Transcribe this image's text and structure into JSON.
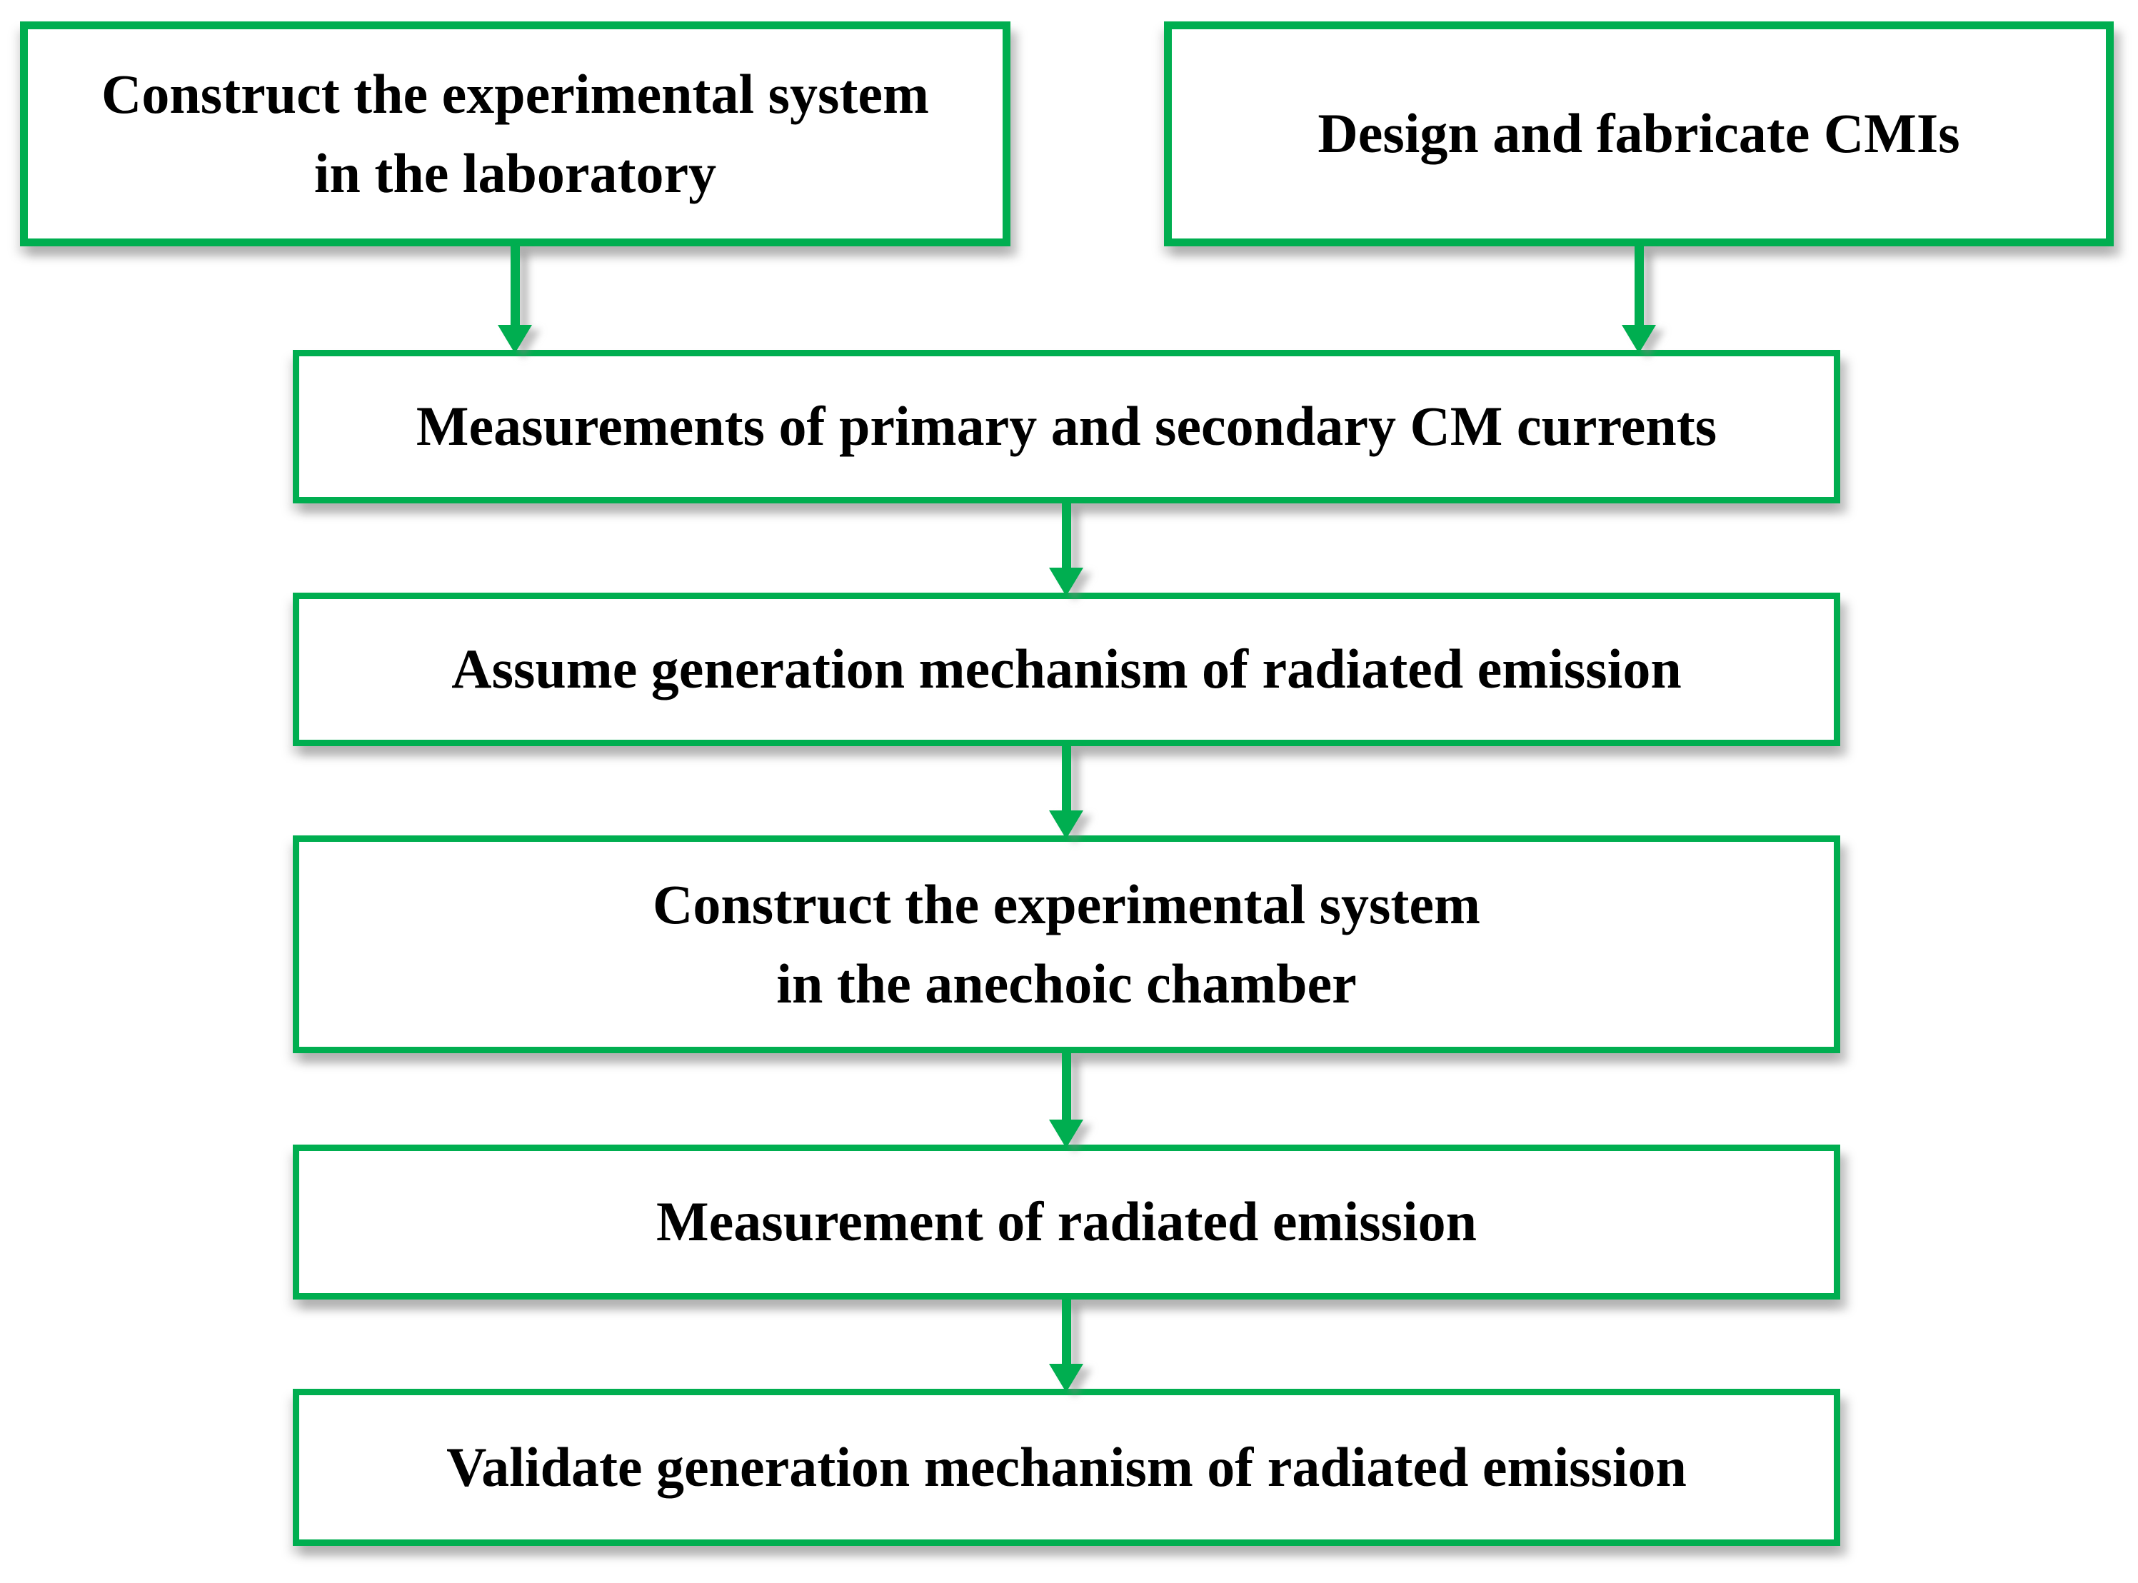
{
  "diagram": {
    "type": "flowchart",
    "accent_color": "#00AE50",
    "text_color": "#000000",
    "background_color": "#FFFFFF",
    "boxes": [
      {
        "id": "construct-laboratory",
        "text": "Construct the experimental system\nin the laboratory"
      },
      {
        "id": "design-fabricate-cmis",
        "text": "Design and fabricate CMIs"
      },
      {
        "id": "measure-cm-currents",
        "text": "Measurements of primary and secondary CM currents"
      },
      {
        "id": "assume-mechanism",
        "text": "Assume generation mechanism of radiated emission"
      },
      {
        "id": "construct-anechoic",
        "text": "Construct the experimental system\nin the anechoic chamber"
      },
      {
        "id": "measure-radiated-emission",
        "text": "Measurement of radiated emission"
      },
      {
        "id": "validate-mechanism",
        "text": "Validate generation mechanism of radiated emission"
      }
    ],
    "connections": [
      {
        "from": "construct-laboratory",
        "to": "measure-cm-currents"
      },
      {
        "from": "design-fabricate-cmis",
        "to": "measure-cm-currents"
      },
      {
        "from": "measure-cm-currents",
        "to": "assume-mechanism"
      },
      {
        "from": "assume-mechanism",
        "to": "construct-anechoic"
      },
      {
        "from": "construct-anechoic",
        "to": "measure-radiated-emission"
      },
      {
        "from": "measure-radiated-emission",
        "to": "validate-mechanism"
      }
    ]
  }
}
